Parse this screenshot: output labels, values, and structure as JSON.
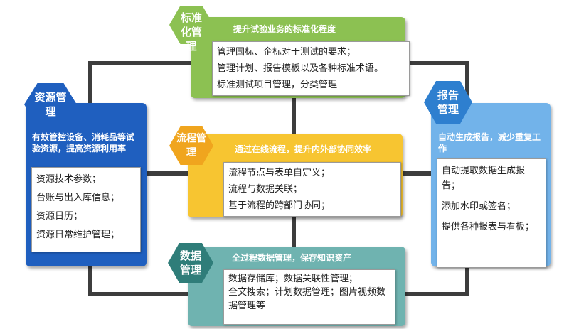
{
  "modules": {
    "standardization": {
      "title": "标准化管理",
      "subtitle": "提升试验业务的标准化程度",
      "items": [
        "管理国标、企标对于测试的要求；",
        "管理计划、报告模板以及各种标准术语。",
        "标准测试项目管理，分类管理"
      ],
      "color": "#8cc152"
    },
    "resource": {
      "title": "资源管理",
      "subtitle": "有效管控设备、消耗品等试验资源，提高资源利用率",
      "items": [
        "资源技术参数；",
        "台账与出入库信息；",
        "资源日历；",
        "资源日常维护管理；"
      ],
      "color": "#1f5fbf"
    },
    "workflow": {
      "title": "流程管理",
      "subtitle": "通过在线流程，提升内外部协同效率",
      "items": [
        "流程节点与表单自定义；",
        "流程与数据关联；",
        "基于流程的跨部门协同；"
      ],
      "color": "#f7c531"
    },
    "report": {
      "title": "报告管理",
      "subtitle": "自动生成报告，减少重复工作",
      "items": [
        "自动提取数据生成报告；",
        "添加水印或签名；",
        "提供各种报表与看板；"
      ],
      "color": "#72b3ea"
    },
    "data": {
      "title": "数据管理",
      "subtitle": "全过程数据管理，保存知识资产",
      "items": [
        "数据存储库；数据关联性管理；",
        "全文搜索；计划数据管理；图片视频数据管理等"
      ],
      "color": "#6fb3b0"
    }
  }
}
